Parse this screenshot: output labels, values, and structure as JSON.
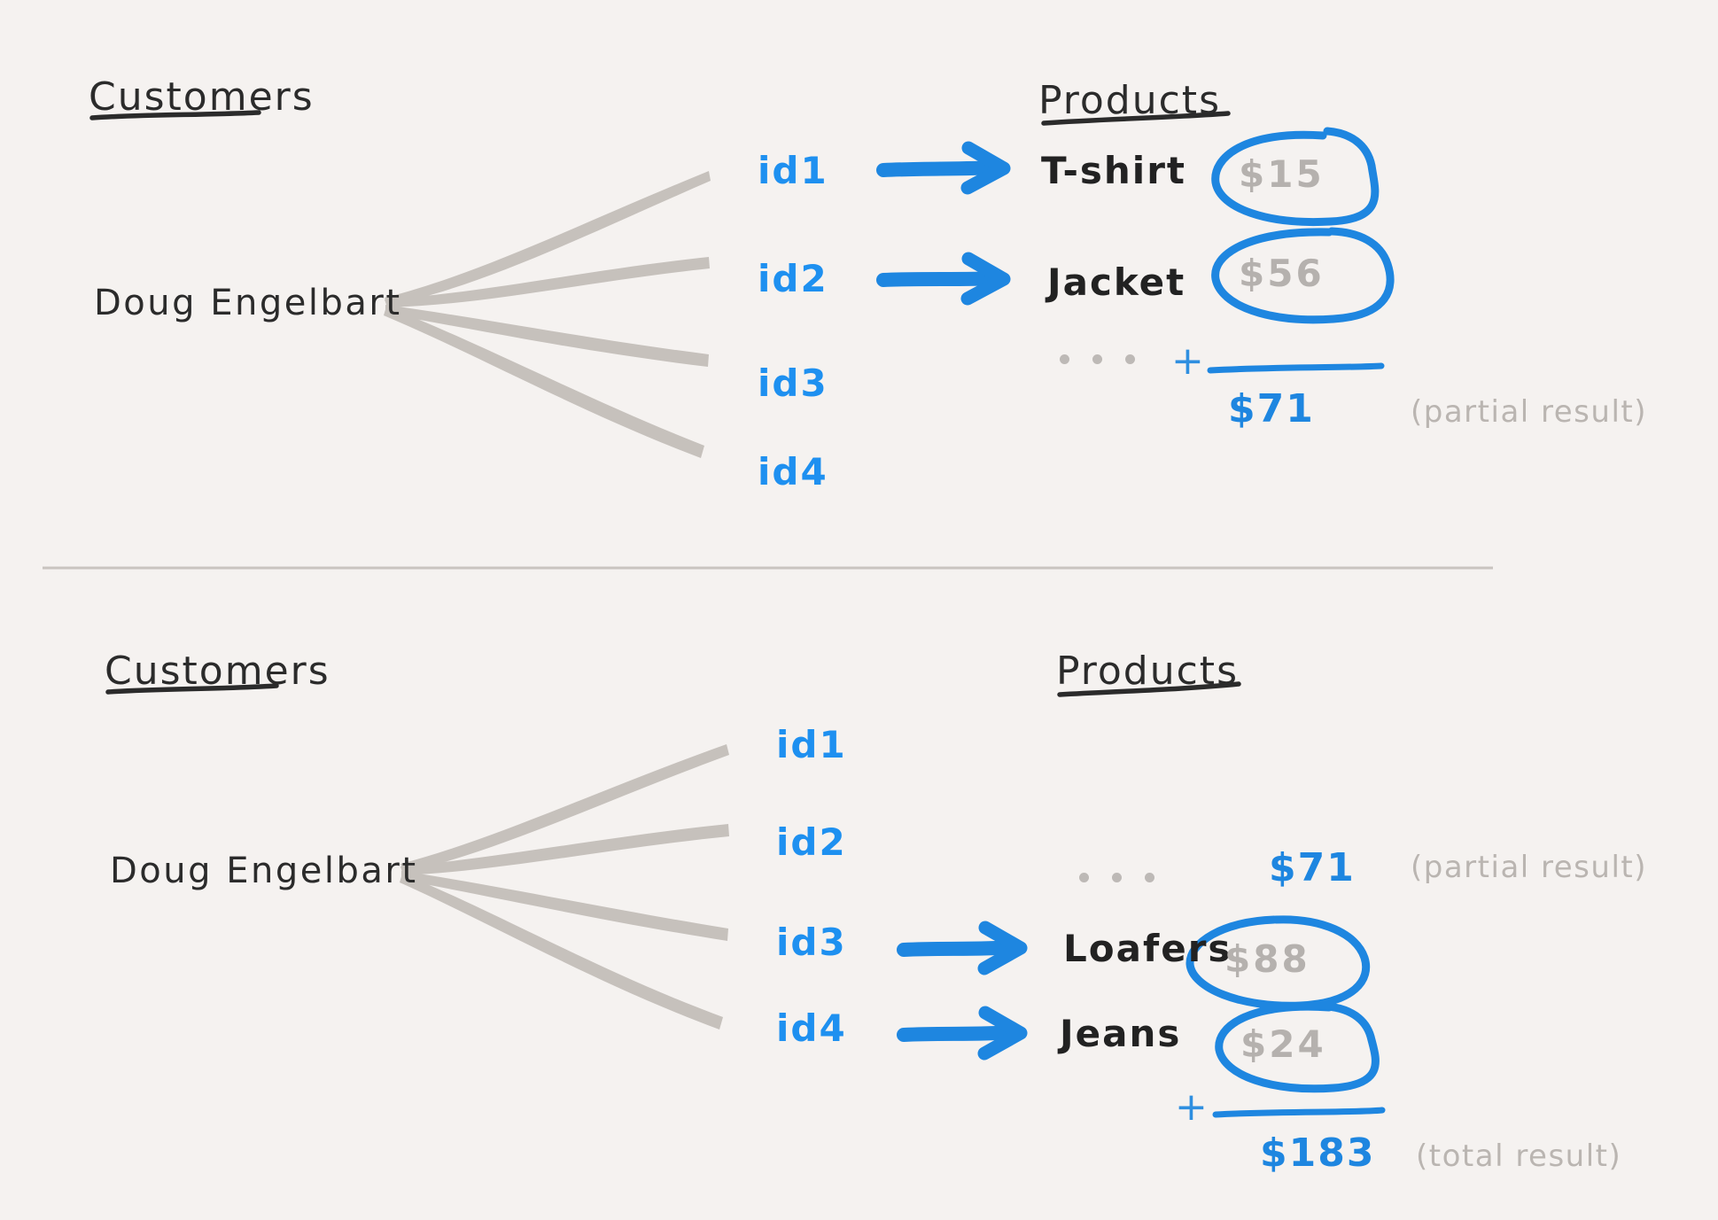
{
  "meta": {
    "background_color": "#f5f2f0",
    "accent_blue": "#1e86e0",
    "gray_line": "#c6c1bc",
    "price_gray": "#b5b1ae",
    "note_gray": "#bab5b1",
    "ink_black": "#2b2b2b"
  },
  "panels": [
    {
      "id": "upper",
      "customers_heading": "Customers",
      "products_heading": "Products",
      "customer_name": "Doug Engelbart",
      "ids": [
        "id1",
        "id2",
        "id3",
        "id4"
      ],
      "rows": [
        {
          "id": "id1",
          "product": "T-shirt",
          "price": "$15",
          "circled": true,
          "arrow": true
        },
        {
          "id": "id2",
          "product": "Jacket",
          "price": "$56",
          "circled": true,
          "arrow": true
        }
      ],
      "ellipsis": "...",
      "plus_sign": "+",
      "sum_value": "$71",
      "sum_note": "(partial result)"
    },
    {
      "id": "lower",
      "customers_heading": "Customers",
      "products_heading": "Products",
      "customer_name": "Doug Engelbart",
      "ids": [
        "id1",
        "id2",
        "id3",
        "id4"
      ],
      "carried": {
        "ellipsis": "...",
        "value": "$71",
        "note": "(partial result)"
      },
      "rows": [
        {
          "id": "id3",
          "product": "Loafers",
          "price": "$88",
          "circled": true,
          "arrow": true
        },
        {
          "id": "id4",
          "product": "Jeans",
          "price": "$24",
          "circled": true,
          "arrow": true
        }
      ],
      "plus_sign": "+",
      "sum_value": "$183",
      "sum_note": "(total result)"
    }
  ]
}
